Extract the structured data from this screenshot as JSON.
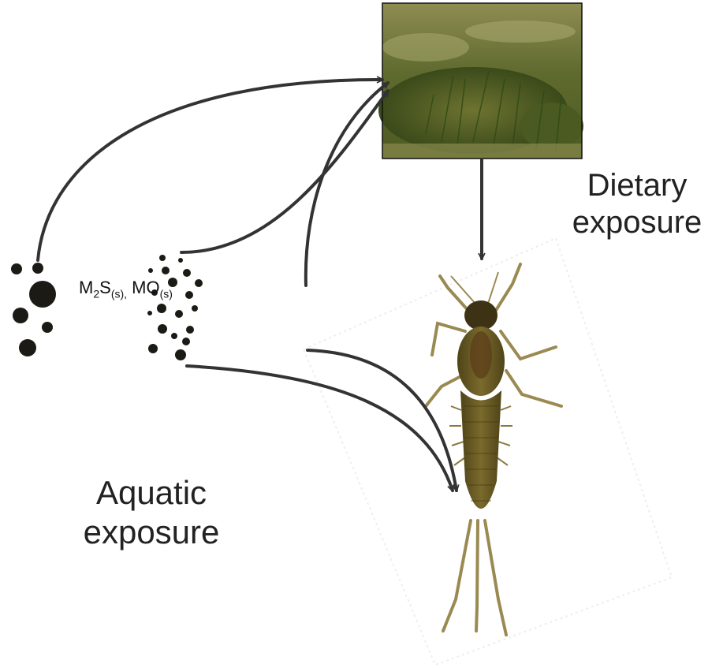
{
  "labels": {
    "dietary_line1": "Dietary",
    "dietary_line2": "exposure",
    "aquatic_line1": "Aquatic",
    "aquatic_line2": "exposure"
  },
  "formula": {
    "m1": "M",
    "m1_sub": "2",
    "m1_species": "S",
    "m1_phase": "(s),",
    "m2": "MO",
    "m2_phase": "(s)"
  },
  "colors": {
    "arrow": "#333333",
    "particle": "#1c1a15",
    "text": "#222222",
    "biofilm_dark": "#3d4a1e",
    "biofilm_light": "#9a9a58",
    "mayfly_body": "#6b5a22"
  }
}
